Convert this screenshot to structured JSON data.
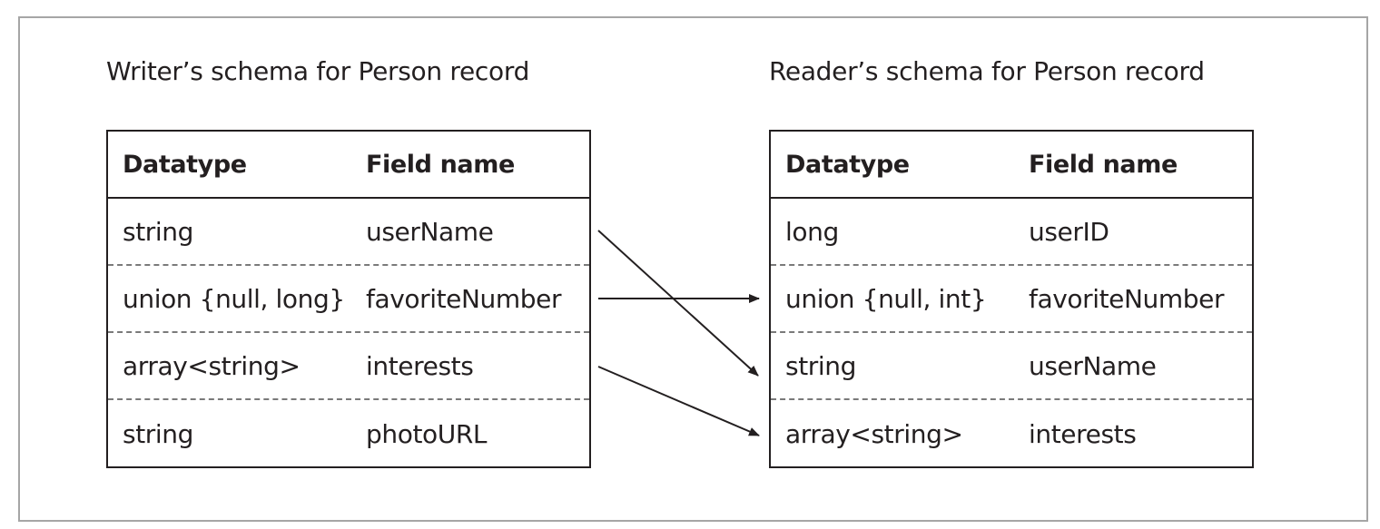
{
  "writer": {
    "title": "Writer’s schema for Person record",
    "headers": {
      "datatype": "Datatype",
      "field_name": "Field name"
    },
    "rows": [
      {
        "datatype": "string",
        "field_name": "userName"
      },
      {
        "datatype": "union {null, long}",
        "field_name": "favoriteNumber"
      },
      {
        "datatype": "array<string>",
        "field_name": "interests"
      },
      {
        "datatype": "string",
        "field_name": "photoURL"
      }
    ]
  },
  "reader": {
    "title": "Reader’s schema for Person record",
    "headers": {
      "datatype": "Datatype",
      "field_name": "Field name"
    },
    "rows": [
      {
        "datatype": "long",
        "field_name": "userID"
      },
      {
        "datatype": "union {null, int}",
        "field_name": "favoriteNumber"
      },
      {
        "datatype": "string",
        "field_name": "userName"
      },
      {
        "datatype": "array<string>",
        "field_name": "interests"
      }
    ]
  },
  "mappings": [
    {
      "from": "userName",
      "to": "userName"
    },
    {
      "from": "favoriteNumber",
      "to": "favoriteNumber"
    },
    {
      "from": "interests",
      "to": "interests"
    }
  ],
  "colors": {
    "ink": "#231f20",
    "frame": "#a6a6a6",
    "divider": "#7a7a7a"
  }
}
